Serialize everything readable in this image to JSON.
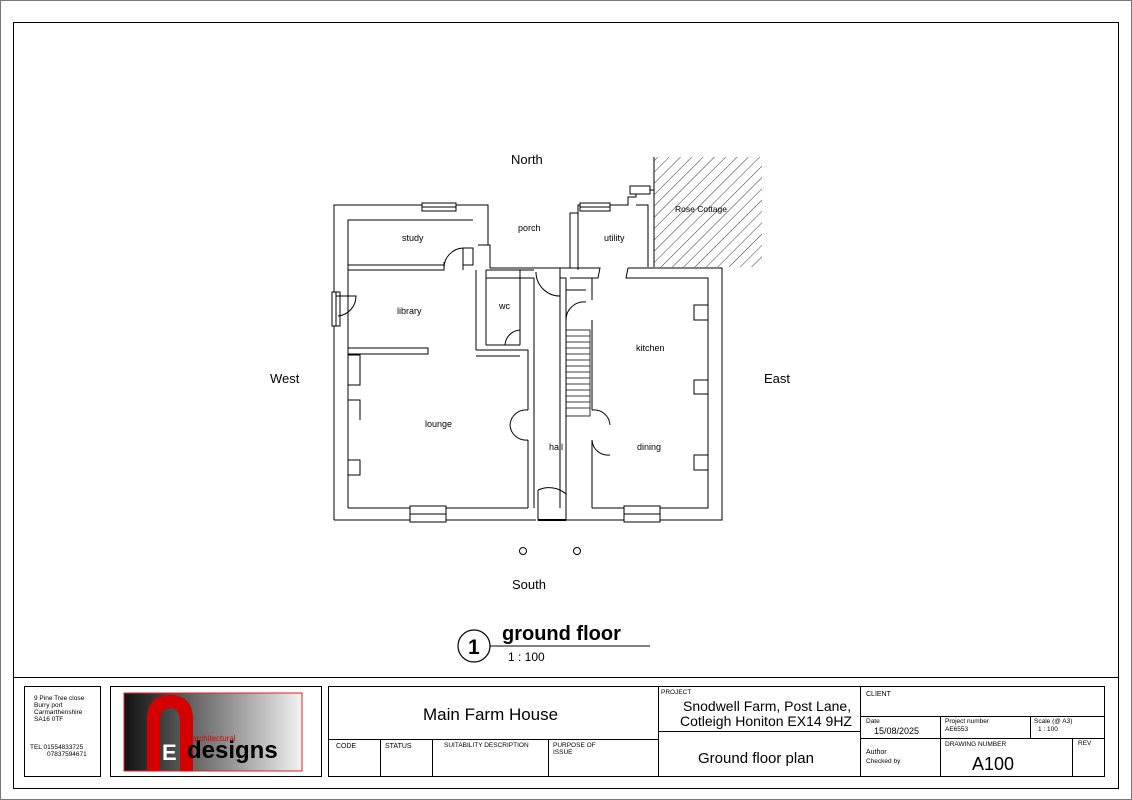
{
  "plan": {
    "compass": {
      "north": "North",
      "south": "South",
      "east": "East",
      "west": "West"
    },
    "rooms": {
      "study": "study",
      "porch": "porch",
      "utility": "utility",
      "library": "library",
      "wc": "wc",
      "kitchen": "kitchen",
      "lounge": "lounge",
      "hall": "hall",
      "dining": "dining"
    },
    "neighbour": "Rose Cottage",
    "view_number": "1",
    "view_title": "ground floor",
    "view_scale": "1 : 100"
  },
  "title_block": {
    "address_lines": [
      "9 Pine Tree close",
      "Burry port",
      "Carmarthenshire",
      "SA16 0TF"
    ],
    "phone_lines": [
      "TEL 01554833725",
      "07837594671"
    ],
    "logo": {
      "letter_big": "A",
      "letter_small": "E",
      "word_small": "architectural",
      "word_big": "designs"
    },
    "drawing_name": "Main Farm House",
    "code_label": "CODE",
    "status_label": "STATUS",
    "suitability_label": "SUITABILITY DESCRIPTION",
    "purpose_label": "PURPOSE OF ISSUE",
    "project_label": "PROJECT",
    "project_line1": "Snodwell Farm, Post Lane,",
    "project_line2": "Cotleigh Honiton EX14 9HZ",
    "sheet_title": "Ground floor plan",
    "client_label": "CLIENT",
    "date_label": "Date",
    "date_value": "15/08/2025",
    "project_number_label": "Project number",
    "project_number_value": "AE6553",
    "scale_label": "Scale (@ A3)",
    "scale_value": "1 : 100",
    "author_label": "Author",
    "checked_label": "Checked by",
    "drawing_number_label": "DRAWING NUMBER",
    "drawing_number_value": "A100",
    "rev_label": "REV"
  }
}
